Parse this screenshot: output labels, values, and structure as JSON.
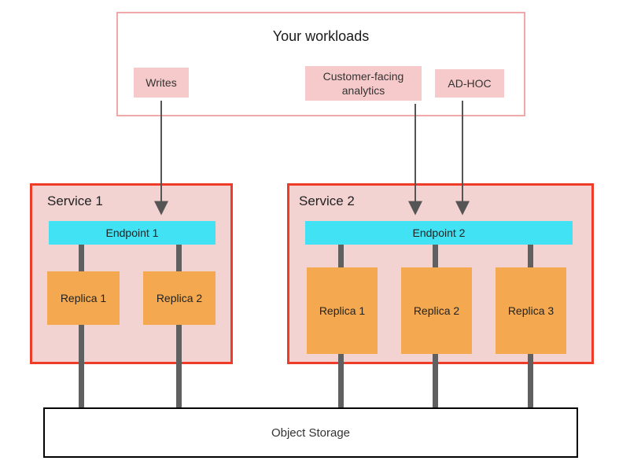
{
  "workloads": {
    "title": "Your workloads",
    "items": [
      {
        "label": "Writes"
      },
      {
        "label": "Customer-facing analytics"
      },
      {
        "label": "AD-HOC"
      }
    ]
  },
  "services": [
    {
      "title": "Service 1",
      "endpoint": "Endpoint 1",
      "replicas": [
        "Replica 1",
        "Replica 2"
      ]
    },
    {
      "title": "Service 2",
      "endpoint": "Endpoint 2",
      "replicas": [
        "Replica 1",
        "Replica 2",
        "Replica 3"
      ]
    }
  ],
  "storage": {
    "label": "Object Storage"
  },
  "colors": {
    "workloads_border": "#f0a8a8",
    "chip_fill": "#f6caca",
    "service_border": "#f03b28",
    "service_fill": "#f3d2d2",
    "endpoint_fill": "#40e2f3",
    "replica_fill": "#f4a950",
    "connector": "#606060",
    "arrow": "#555555",
    "storage_border": "#000000"
  }
}
